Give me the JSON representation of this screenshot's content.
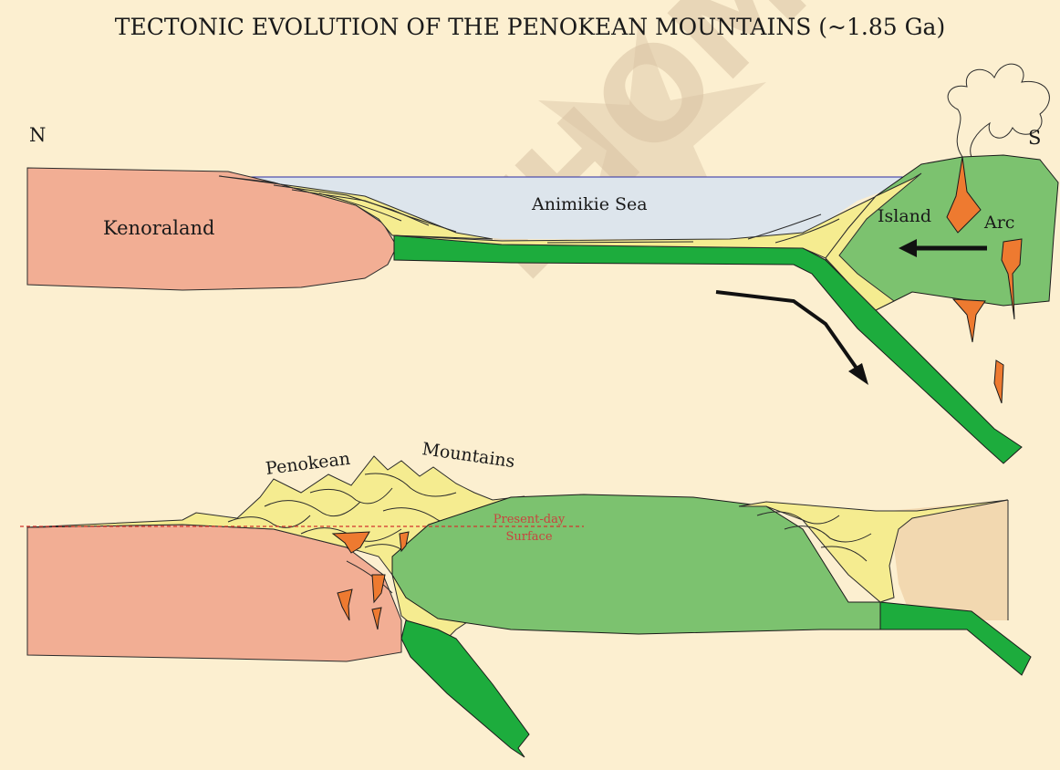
{
  "title": "TECTONIC EVOLUTION OF THE PENOKEAN MOUNTAINS (~1.85 Ga)",
  "top_section": {
    "north_label": "N",
    "south_label": "S",
    "kenoraland_label": "Kenoraland",
    "sea_label": "Animikie Sea",
    "island_label": "Island",
    "arc_label": "Arc"
  },
  "bottom_section": {
    "penokean_label": "Penokean",
    "mountains_label": "Mountains",
    "present_day_label": "Present-day",
    "surface_label": "Surface"
  },
  "watermark": "THOM",
  "colors": {
    "background": "#fcefd0",
    "continent": "#f2ae94",
    "sediment": "#f5ec90",
    "sea": "#dde5ec",
    "slab": "#1dac3d",
    "island_arc": "#7cc26f",
    "magma": "#ee7a30",
    "right_crust": "#f2d8b0",
    "present_day_line": "#d2342e"
  }
}
